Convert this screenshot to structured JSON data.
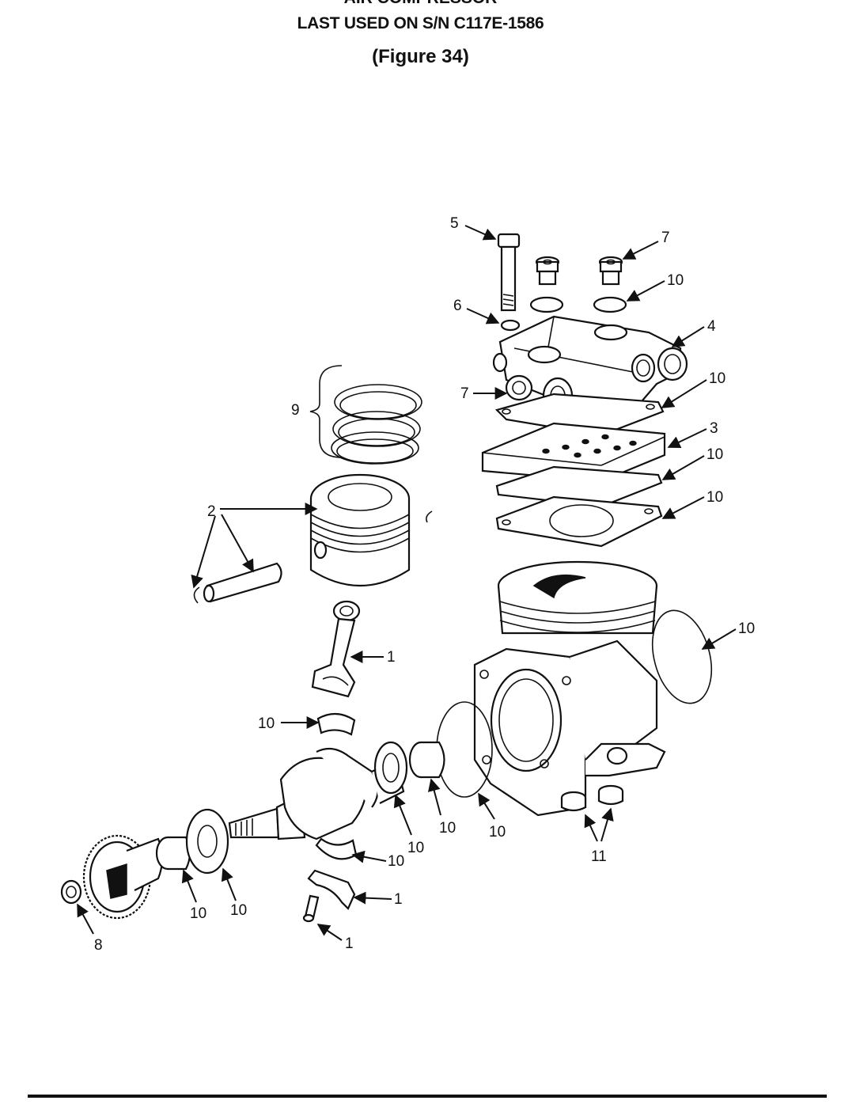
{
  "header": {
    "title_line_1": "AIR COMPRESSOR",
    "title_line_2": "LAST USED ON S/N C117E-1586",
    "figure_label": "(Figure 34)"
  },
  "callouts": {
    "c5": "5",
    "c7_top": "7",
    "c10_washer": "10",
    "c6": "6",
    "c4": "4",
    "c10_head_gasket": "10",
    "c7_head_plug": "7",
    "c9": "9",
    "c3": "3",
    "c10_plate_gasket_1": "10",
    "c10_plate_gasket_2": "10",
    "c2": "2",
    "c10_cylinder_oring": "10",
    "c1_rod": "1",
    "c10_rod_bearing_top": "10",
    "c10_thrust_washer": "10",
    "c10_main_bearing": "10",
    "c10_crankcase_oring": "10",
    "c10_rod_bearing_bottom": "10",
    "c1_rod_cap": "1",
    "c11": "11",
    "c10_gear_bearing": "10",
    "c10_gear_washer": "10",
    "c8": "8",
    "c1_bolt": "1"
  }
}
